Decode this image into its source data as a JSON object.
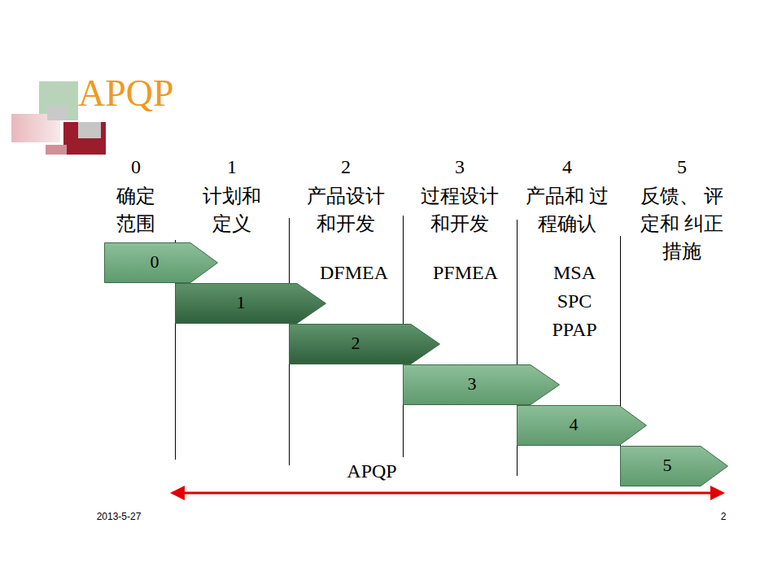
{
  "diagram": {
    "title": "APQP",
    "nodes": [
      {
        "text": [
          "0"
        ]
      },
      {
        "text": [
          "1"
        ]
      },
      {
        "text": [
          "2"
        ]
      },
      {
        "text": [
          "3"
        ]
      },
      {
        "text": [
          "4"
        ]
      },
      {
        "text": [
          "5"
        ]
      }
    ],
    "labels": [
      "0",
      "确定 范围",
      "1",
      "计划和 定义",
      "2",
      "产品设计 和开发",
      "3",
      "过程设计 和开发",
      "4",
      "产品和 过程确认",
      "5",
      "反馈、 评定和 纠正措施",
      "DFMEA",
      "PFMEA",
      "MSA",
      "SPC",
      "PPAP",
      "APQP",
      "2013-5-27",
      "2"
    ]
  }
}
